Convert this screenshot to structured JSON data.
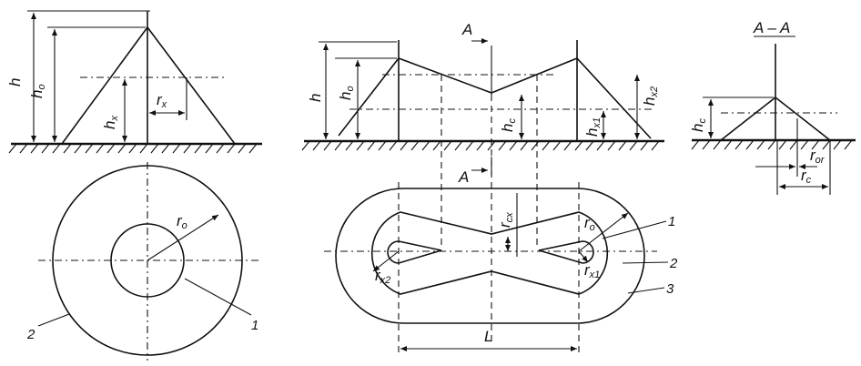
{
  "labels": {
    "h": "h",
    "h0": "h",
    "h0_sub": "o",
    "hx": "h",
    "hx_sub": "x",
    "rx": "r",
    "rx_sub": "x",
    "r0": "r",
    "r0_sub": "o",
    "num1": "1",
    "num2": "2",
    "num3": "3",
    "sectionA": "A",
    "sectionAA": "A – A",
    "hc": "h",
    "hc_sub": "c",
    "hx1": "h",
    "hx1_sub": "x1",
    "hx2": "h",
    "hx2_sub": "x2",
    "rcx": "r",
    "rcx_sub": "cx",
    "rx1": "r",
    "rx1_sub": "x1",
    "rx2": "r",
    "rx2_sub": "x2",
    "L": "L",
    "rc": "r",
    "rc_sub": "c",
    "r0r": "r",
    "r0r_sub": "or"
  }
}
